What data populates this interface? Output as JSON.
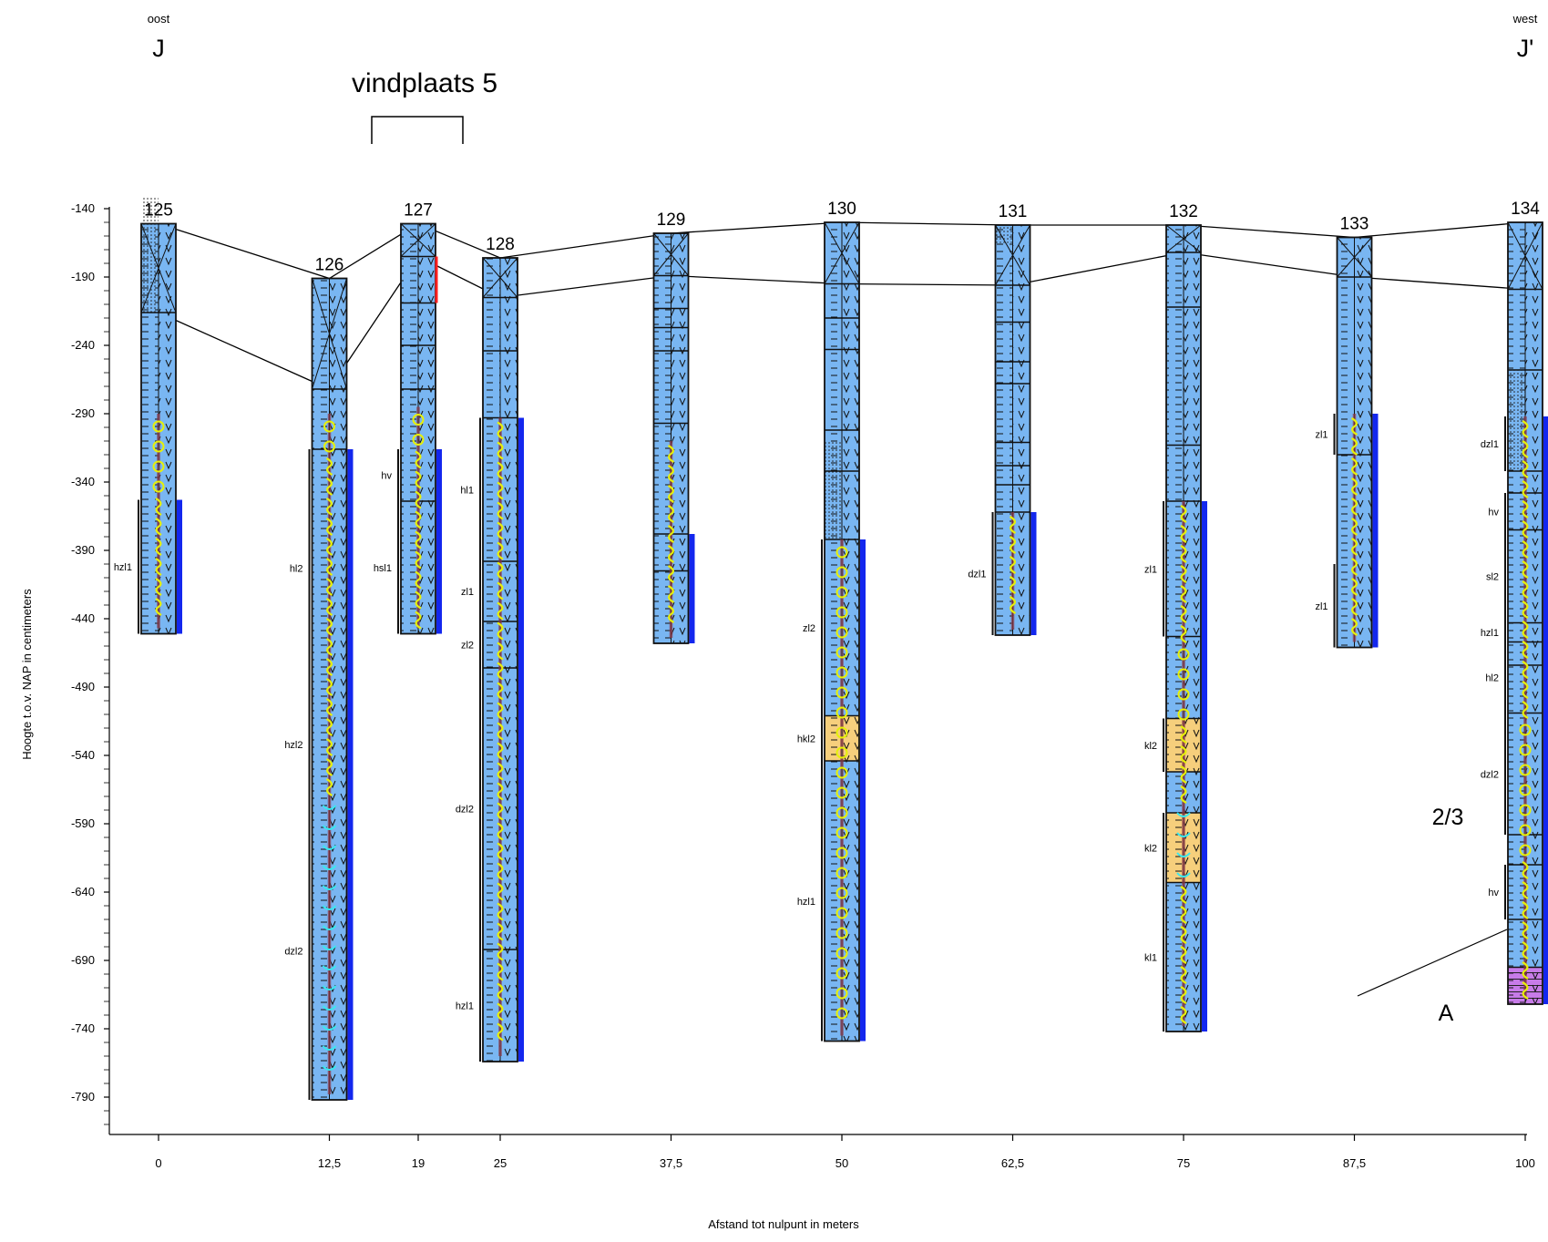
{
  "header": {
    "left_direction": "oost",
    "left_letter": "J",
    "right_direction": "west",
    "right_letter": "J'",
    "site_label": "vindplaats 5"
  },
  "axes": {
    "y_label": "Hoogte t.o.v. NAP in centimeters",
    "x_label": "Afstand tot nulpunt in meters",
    "y_ticks": [
      "-140",
      "-190",
      "-240",
      "-290",
      "-340",
      "-390",
      "-440",
      "-490",
      "-540",
      "-590",
      "-640",
      "-690",
      "-740",
      "-790"
    ],
    "x_ticks": [
      {
        "value": 0,
        "label": "0"
      },
      {
        "value": 12.5,
        "label": "12,5"
      },
      {
        "value": 19,
        "label": "19"
      },
      {
        "value": 25,
        "label": "25"
      },
      {
        "value": 37.5,
        "label": "37,5"
      },
      {
        "value": 50,
        "label": "50"
      },
      {
        "value": 62.5,
        "label": "62,5"
      },
      {
        "value": 75,
        "label": "75"
      },
      {
        "value": 87.5,
        "label": "87,5"
      },
      {
        "value": 100,
        "label": "100"
      }
    ]
  },
  "annotations": {
    "ratio": "2/3",
    "point": "A"
  },
  "colors": {
    "clay_blue": "#79b6f2",
    "peat_yellow": "#f6cf7c",
    "purple_base": "#c77be8",
    "depth_bar_blue": "#1327ee",
    "root_line": "#8b3a4a",
    "symbol_yellow": "#e6f00a",
    "shell_cyan": "#38e8ee",
    "marker_red": "#ff1e1e"
  },
  "boreholes": [
    {
      "id": "125",
      "x": 0,
      "top": -151,
      "bottom": -451,
      "layer_bounds": [
        -216
      ],
      "units": [
        {
          "label": "hzl1",
          "top": -353,
          "bottom": -451
        }
      ]
    },
    {
      "id": "126",
      "x": 12.5,
      "top": -191,
      "bottom": -792,
      "layer_bounds": [
        -272,
        -316
      ],
      "units": [
        {
          "label": "hl2",
          "top": -316,
          "bottom": -490
        },
        {
          "label": "hzl2",
          "top": -490,
          "bottom": -574
        },
        {
          "label": "dzl2",
          "top": -574,
          "bottom": -792
        }
      ]
    },
    {
      "id": "127",
      "x": 19,
      "top": -151,
      "bottom": -451,
      "layer_bounds": [
        -175,
        -209,
        -240,
        -272,
        -354
      ],
      "units": [
        {
          "label": "hv",
          "top": -316,
          "bottom": -354
        },
        {
          "label": "hsl1",
          "top": -354,
          "bottom": -451
        }
      ]
    },
    {
      "id": "128",
      "x": 25,
      "top": -176,
      "bottom": -764,
      "layer_bounds": [
        -205,
        -244,
        -293,
        -398,
        -442,
        -476,
        -682
      ],
      "units": [
        {
          "label": "hl1",
          "top": -293,
          "bottom": -398
        },
        {
          "label": "zl1",
          "top": -398,
          "bottom": -442
        },
        {
          "label": "zl2",
          "top": -442,
          "bottom": -476
        },
        {
          "label": "dzl2",
          "top": -476,
          "bottom": -682
        },
        {
          "label": "hzl1",
          "top": -682,
          "bottom": -764
        }
      ]
    },
    {
      "id": "129",
      "x": 37.5,
      "top": -158,
      "bottom": -458,
      "layer_bounds": [
        -189,
        -213,
        -227,
        -244,
        -297,
        -378,
        -405
      ],
      "units": []
    },
    {
      "id": "130",
      "x": 50,
      "top": -150,
      "bottom": -749,
      "layer_bounds": [
        -195,
        -220,
        -243,
        -302,
        -332,
        -382,
        -511,
        -544
      ],
      "units": [
        {
          "label": "zl2",
          "top": -382,
          "bottom": -511
        },
        {
          "label": "hkl2",
          "top": -511,
          "bottom": -544
        },
        {
          "label": "hzl1",
          "top": -544,
          "bottom": -749
        }
      ]
    },
    {
      "id": "131",
      "x": 62.5,
      "top": -152,
      "bottom": -452,
      "layer_bounds": [
        -196,
        -223,
        -252,
        -268,
        -311,
        -328,
        -342,
        -362
      ],
      "units": [
        {
          "label": "dzl1",
          "top": -362,
          "bottom": -452
        }
      ]
    },
    {
      "id": "132",
      "x": 75,
      "top": -152,
      "bottom": -742,
      "layer_bounds": [
        -172,
        -212,
        -313,
        -354,
        -453,
        -513,
        -552,
        -582,
        -633
      ],
      "units": [
        {
          "label": "zl1",
          "top": -354,
          "bottom": -453
        },
        {
          "label": "kl2",
          "top": -513,
          "bottom": -552
        },
        {
          "label": "kl2",
          "top": -582,
          "bottom": -633
        },
        {
          "label": "kl1",
          "top": -633,
          "bottom": -742
        }
      ]
    },
    {
      "id": "133",
      "x": 87.5,
      "top": -161,
      "bottom": -461,
      "layer_bounds": [
        -190,
        -320
      ],
      "units": [
        {
          "label": "zl1",
          "top": -290,
          "bottom": -320
        },
        {
          "label": "zl1",
          "top": -400,
          "bottom": -461
        }
      ]
    },
    {
      "id": "134",
      "x": 100,
      "top": -150,
      "bottom": -722,
      "layer_bounds": [
        -199,
        -258,
        -332,
        -348,
        -375,
        -443,
        -457,
        -474,
        -509,
        -598,
        -620,
        -660,
        -695
      ],
      "units": [
        {
          "label": "dzl1",
          "top": -292,
          "bottom": -332
        },
        {
          "label": "hv",
          "top": -348,
          "bottom": -375
        },
        {
          "label": "sl2",
          "top": -375,
          "bottom": -443
        },
        {
          "label": "hzl1",
          "top": -443,
          "bottom": -457
        },
        {
          "label": "hl2",
          "top": -457,
          "bottom": -509
        },
        {
          "label": "dzl2",
          "top": -509,
          "bottom": -598
        },
        {
          "label": "hv",
          "top": -620,
          "bottom": -660
        }
      ]
    }
  ]
}
